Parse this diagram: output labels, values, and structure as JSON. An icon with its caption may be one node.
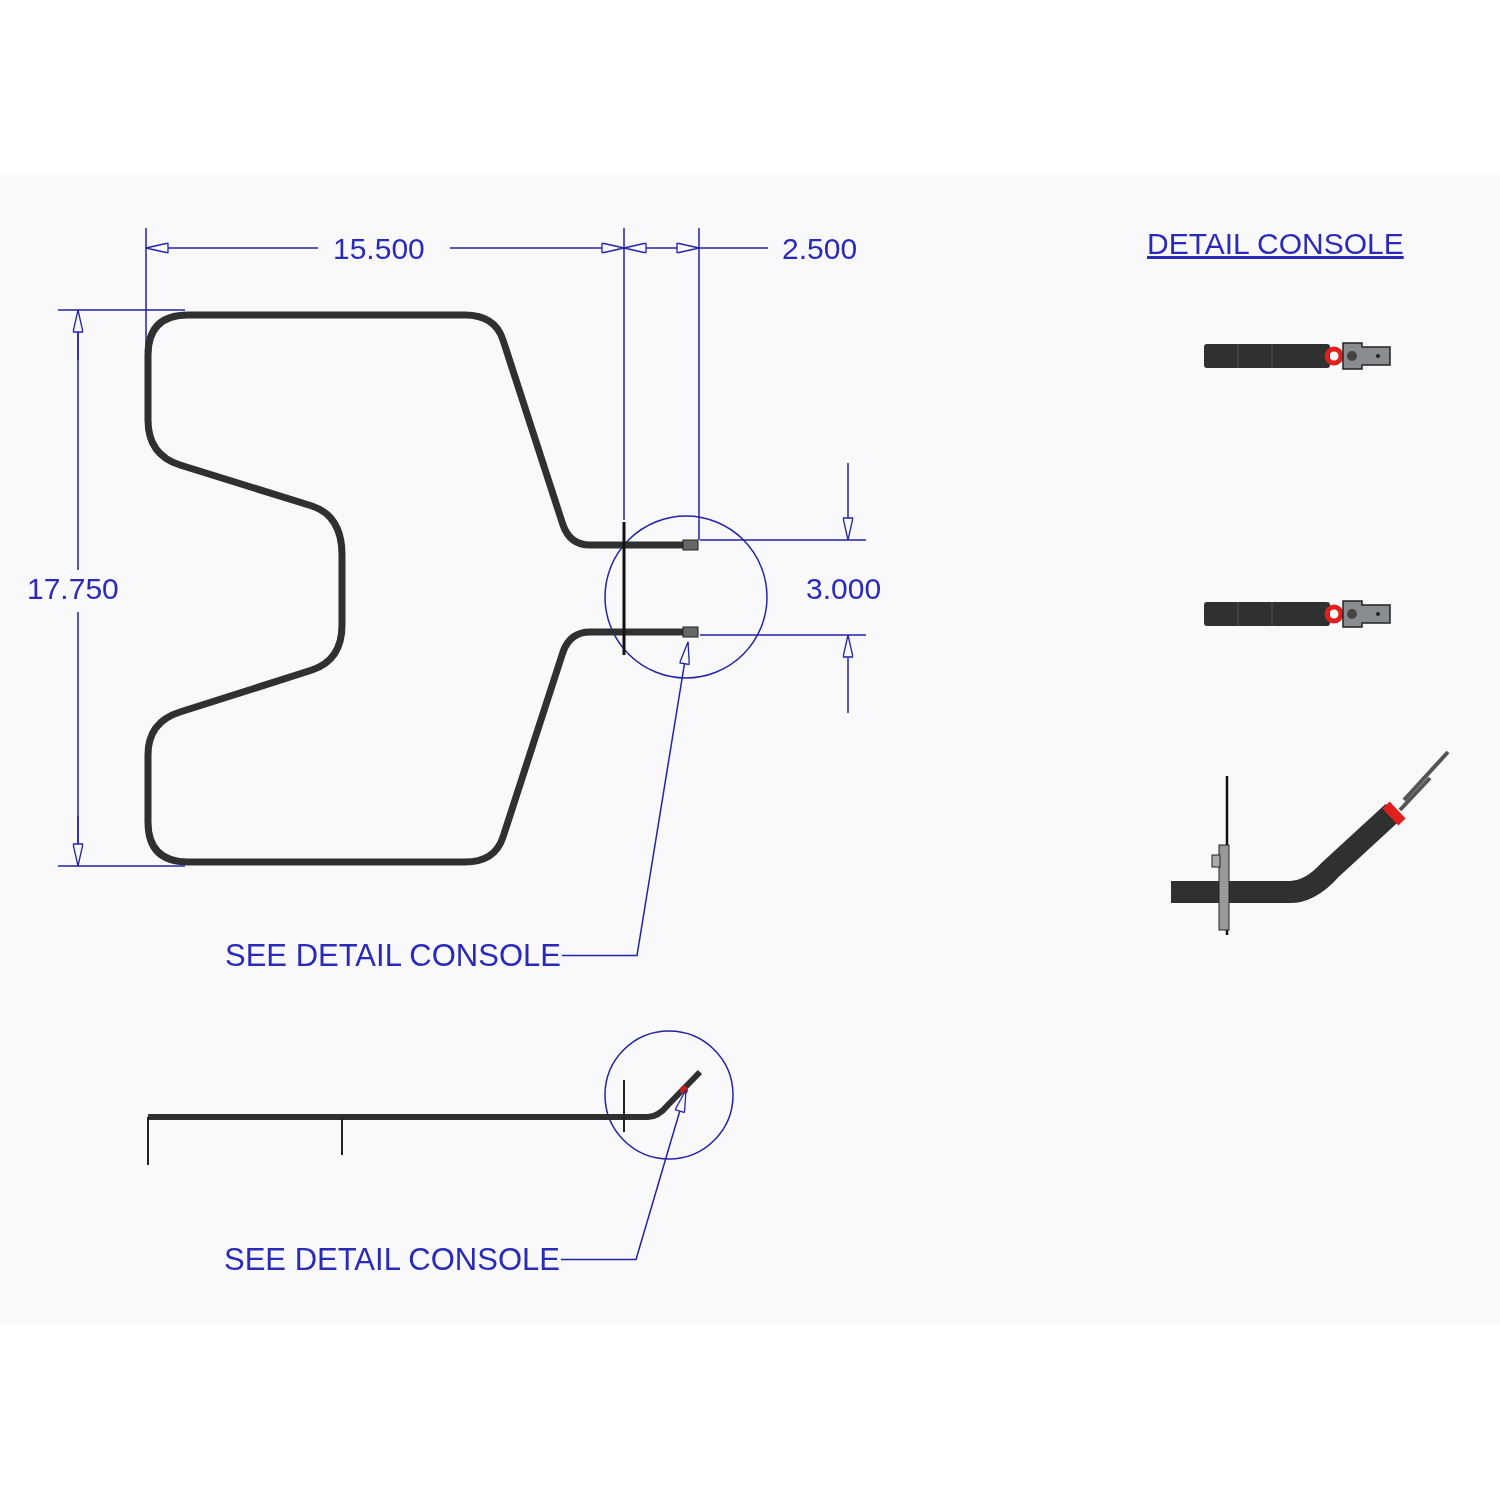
{
  "diagram": {
    "nodes": [
      {
        "text": [
          "SEE DETAIL CONSOLE"
        ]
      },
      {
        "text": [
          "SEE DETAIL CONSOLE"
        ]
      }
    ],
    "edges": [
      {
        "from": 0,
        "to": null,
        "arrow": "to"
      },
      {
        "from": 1,
        "to": null,
        "arrow": "to"
      }
    ],
    "labels": [
      "15.500",
      "2.500",
      "DETAIL CONSOLE",
      "17.750",
      "3.000"
    ]
  }
}
